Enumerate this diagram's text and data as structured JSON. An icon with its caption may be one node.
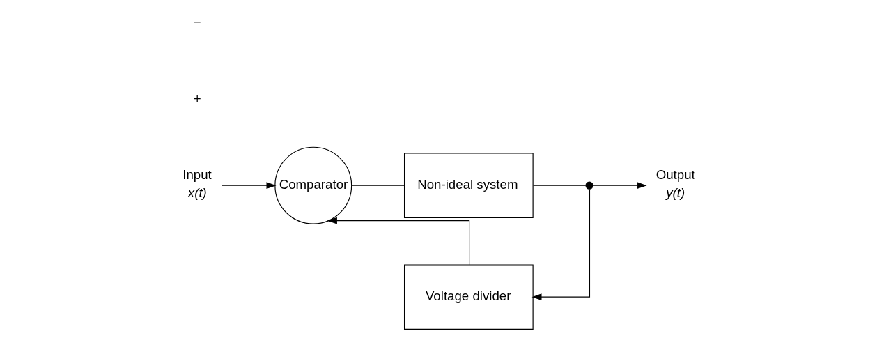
{
  "diagram": {
    "nodes": [
      {
        "text": [
          "Input"
        ],
        "beside": [
          "x(t)"
        ]
      },
      {
        "text": [
          "Comparator"
        ]
      },
      {
        "text": [
          "Non-ideal system"
        ]
      },
      {
        "text": [],
        "shape": "circle"
      },
      {
        "text": [
          "Output"
        ],
        "beside": [
          "y(t)"
        ]
      },
      {
        "text": [
          "Voltage divider"
        ]
      }
    ],
    "edges": [
      {
        "from": 0,
        "to": 1,
        "arrow": "to"
      },
      {
        "from": 1,
        "to": 2,
        "arrow": "none"
      },
      {
        "from": 2,
        "to": 3,
        "arrow": "none"
      },
      {
        "from": 3,
        "to": 4,
        "arrow": "to"
      },
      {
        "from": 3,
        "to": 5,
        "arrow": "to"
      },
      {
        "from": 5,
        "to": 1,
        "arrow": "to"
      }
    ],
    "labels": [
      "+",
      "−"
    ]
  }
}
